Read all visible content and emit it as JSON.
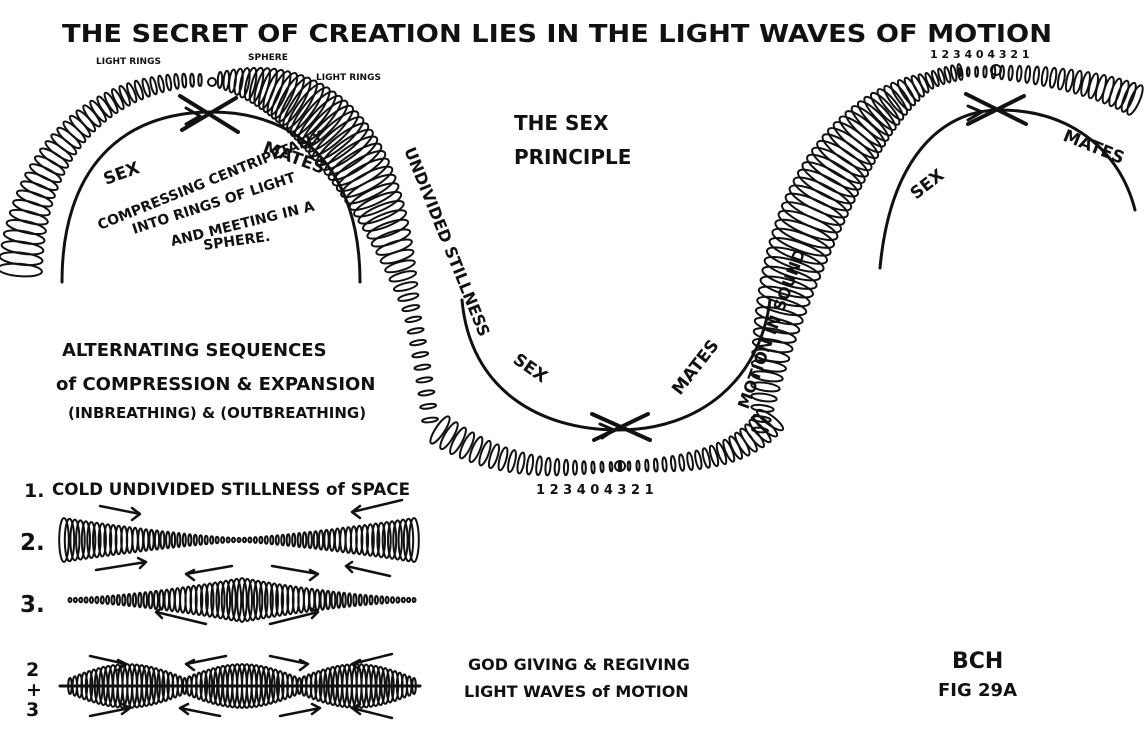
{
  "title": "THE SECRET OF CREATION LIES IN THE LIGHT WAVES OF MOTION",
  "left_arc": {
    "top_label_1": "LIGHT RINGS",
    "top_label_2": "SPHERE",
    "top_label_3": "LIGHT RINGS",
    "sex": "SEX",
    "mates": "MATES",
    "inner_1": "COMPRESSING CENTRIPETALLY",
    "inner_2": "INTO RINGS OF LIGHT",
    "inner_3": "AND MEETING IN A",
    "inner_4": "SPHERE."
  },
  "center": {
    "heading_1": "THE SEX",
    "heading_2": "PRINCIPLE",
    "sex": "SEX",
    "mates": "MATES",
    "left_wave_label": "UNDIVIDED STILLNESS",
    "right_wave_label": "MOTION IN SOUND",
    "bottom_numbers": "1 2 3 4 0 4 3 2 1"
  },
  "right_arc": {
    "top_numbers": "1 2 3 4 0 4 3 2 1",
    "sex": "SEX",
    "mates": "MATES"
  },
  "sequences": {
    "line_1": "ALTERNATING SEQUENCES",
    "line_2": "of COMPRESSION & EXPANSION",
    "line_3": "(INBREATHING) & (OUTBREATHING)"
  },
  "steps": [
    {
      "number": "1.",
      "text": "COLD UNDIVIDED STILLNESS of SPACE"
    },
    {
      "number": "2."
    },
    {
      "number": "3."
    },
    {
      "number": "2\n+\n3"
    }
  ],
  "caption": {
    "line_1": "GOD GIVING & REGIVING",
    "line_2": "LIGHT WAVES of MOTION"
  },
  "signature": {
    "initials": "BCH",
    "figure": "FIG 29A"
  }
}
